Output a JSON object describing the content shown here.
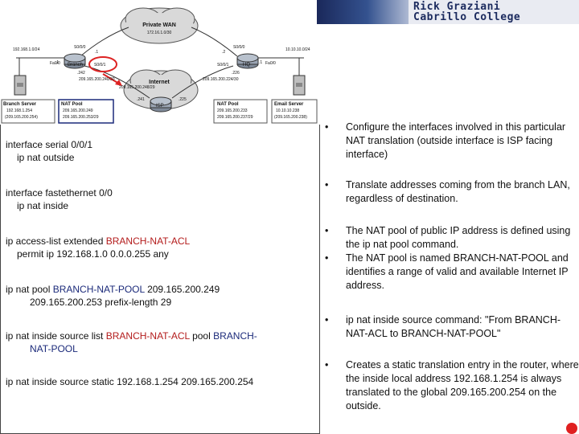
{
  "header": {
    "name_line1": "Rick Graziani",
    "name_line2": "Cabrillo College"
  },
  "diagram": {
    "wan_label": "Private WAN",
    "wan_net": "172.16.1.0/30",
    "branch_net": "192.168.1.0/24",
    "hq_net": "10.10.10.0/24",
    "branch_label": "Branch",
    "hq_label": "HQ",
    "internet_label": "Internet",
    "isp_label": "ISP",
    "s000_left": "S0/0/0",
    "s000_right": "S0/0/0",
    "fa00_left": "Fa0/0",
    "fa00_right": "Fa0/0",
    "s001_left": "S0/0/1",
    "s001_right": "S0/0/1",
    "num_1": ".1",
    "num_2": ".2",
    "num_242": ".242",
    "num_226": ".226",
    "num_241": ".241",
    "num_225": ".225",
    "num_1b": ".1",
    "num_1c": ".1",
    "net_240": "209.165.200.240/30",
    "net_224": "209.165.200.224/30",
    "net_248": "209.165.200.248/29",
    "branch_server": {
      "title": "Branch Server",
      "l1": "192.168.1.254",
      "l2": "(209.165.200.254)"
    },
    "branch_pool": {
      "title": "NAT Pool",
      "l1": "209.165.200.249",
      "l2": "209.165.200.253/29"
    },
    "hq_pool": {
      "title": "NAT Pool",
      "l1": "209.165.200.233",
      "l2": "209.165.200.237/29"
    },
    "email_server": {
      "title": "Email Server",
      "l1": "10.10.10.238",
      "l2": "(209.165.200.238)"
    }
  },
  "config": {
    "b1_l1": "interface serial 0/0/1",
    "b1_l2": "ip nat outside",
    "b2_l1": "interface fastethernet 0/0",
    "b2_l2": "ip nat inside",
    "b3_pre": "ip access-list extended ",
    "b3_acl": "BRANCH-NAT-ACL",
    "b3_l2": "permit ip 192.168.1.0 0.0.0.255 any",
    "b4_pre": "ip nat pool ",
    "b4_pool": "BRANCH-NAT-POOL",
    "b4_post": " 209.165.200.249",
    "b4_l2": "209.165.200.253 prefix-length 29",
    "b5_pre": "ip nat inside source list ",
    "b5_acl": "BRANCH-NAT-ACL",
    "b5_mid": " pool ",
    "b5_pool1": "BRANCH-",
    "b5_pool2": "NAT-POOL",
    "b6": "ip nat inside source static 192.168.1.254 209.165.200.254"
  },
  "notes": [
    {
      "bullet": "•",
      "text": "Configure the interfaces involved in this particular NAT translation (outside interface is ISP facing interface)"
    },
    {
      "bullet": "•",
      "text": "Translate addresses coming from the branch LAN, regardless of destination."
    },
    {
      "bullet": "•",
      "text": "The NAT pool of public IP address is defined using the ip nat pool command."
    },
    {
      "bullet": "•",
      "text": "The NAT pool is named BRANCH-NAT-POOL and identifies a range of valid and available Internet IP address."
    },
    {
      "bullet": "•",
      "text": "ip nat inside source command: \"From BRANCH-NAT-ACL to BRANCH-NAT-POOL\""
    },
    {
      "bullet": "•",
      "text": "Creates a static translation entry in the router, where the inside local address 192.168.1.254 is always translated to the global 209.165.200.254 on the outside."
    }
  ],
  "colors": {
    "accent_red": "#b31b1b",
    "accent_blue": "#1b2a7a",
    "header_navy": "#1c2a5c",
    "dot_red": "#e02020"
  }
}
